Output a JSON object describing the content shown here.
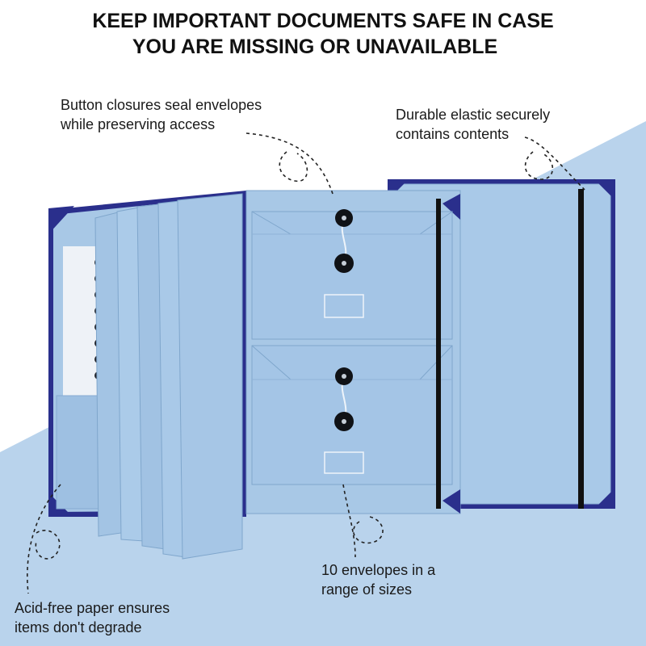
{
  "headline": {
    "line1": "KEEP IMPORTANT DOCUMENTS SAFE IN CASE",
    "line2": "YOU ARE MISSING OR UNAVAILABLE"
  },
  "callouts": {
    "button_closures": {
      "line1": "Button closures seal envelopes",
      "line2": "while preserving access"
    },
    "elastic": {
      "line1": "Durable elastic securely",
      "line2": "contains contents"
    },
    "envelopes": {
      "line1": "10 envelopes in a",
      "line2": "range of sizes"
    },
    "acid_free": {
      "line1": "Acid-free paper ensures",
      "line2": "items don't degrade"
    }
  },
  "colors": {
    "background_stripe": "#b9d3ec",
    "folder_blue": "#a8c8e6",
    "folder_edge": "#7fa6cc",
    "corner_navy": "#2a2f8c",
    "elastic_black": "#111111",
    "text": "#111111"
  }
}
